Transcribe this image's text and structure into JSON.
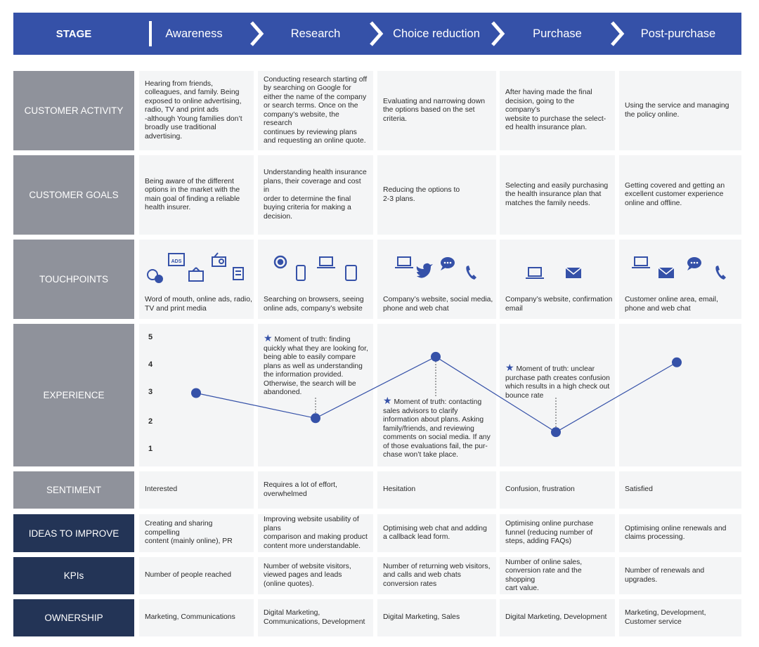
{
  "header": {
    "stage_label": "STAGE",
    "stages": [
      "Awareness",
      "Research",
      "Choice reduction",
      "Purchase",
      "Post-purchase"
    ]
  },
  "rows": {
    "activity": {
      "label": "CUSTOMER ACTIVITY",
      "cells": [
        "Hearing from friends,\ncolleagues, and family. Being\nexposed to online advertising,\nradio, TV and print ads\n-although Young families don’t\nbroadly use traditional\nadvertising.",
        "Conducting research starting off\nby searching on Google for\neither the name of the company\nor search terms. Once on the\ncompany’s website, the research\ncontinues by reviewing plans\nand requesting an online quote.",
        "Evaluating and narrowing down\nthe options based on the set\ncriteria.",
        "After having made the final\ndecision, going to the company’s\nwebsite to purchase the select-\ned health insurance plan.",
        "Using the service and managing\nthe policy online."
      ]
    },
    "goals": {
      "label": "CUSTOMER GOALS",
      "cells": [
        "Being aware of the different\noptions in the market with the\nmain goal of finding a reliable\nhealth insurer.",
        "Understanding health insurance\nplans, their coverage and cost in\norder to determine the final\nbuying criteria for making a\ndecision.",
        "Reducing the options to\n2-3 plans.",
        "Selecting and easily purchasing\nthe health insurance plan that\nmatches the family needs.",
        "Getting covered and getting an\nexcellent customer experience\nonline and offline."
      ]
    },
    "touchpoints": {
      "label": "TOUCHPOINTS",
      "cells": [
        "Word of mouth, online ads, radio,\nTV and print media",
        "Searching on browsers, seeing\nonline ads, company’s website",
        "Company’s website, social media,\nphone and web chat",
        "Company’s website, confirmation\nemail",
        "Customer online area, email,\nphone and web chat"
      ],
      "icons": [
        [
          "chat-bubbles-icon",
          "ads-icon",
          "tv-icon",
          "radio-icon",
          "newspaper-icon"
        ],
        [
          "chrome-icon",
          "mobile-icon",
          "laptop-icon",
          "tablet-icon"
        ],
        [
          "laptop-icon",
          "twitter-icon",
          "chat-icon",
          "phone-icon"
        ],
        [
          "laptop-icon",
          "email-icon"
        ],
        [
          "laptop-icon",
          "email-icon",
          "chat-icon",
          "phone-icon"
        ]
      ],
      "ads_text": "ADS"
    },
    "experience": {
      "label": "EXPERIENCE",
      "scale": [
        "5",
        "4",
        "3",
        "2",
        "1"
      ],
      "notes": [
        "Moment of truth: finding\nquickly what they are looking for,\nbeing able to easily compare\nplans as well as understanding\nthe information provided.\nOtherwise, the search will be\nabandoned.",
        "Moment of truth: contacting\nsales advisors to clarify\ninformation about plans. Asking\nfamily/friends, and reviewing\ncomments on social media. If any\nof those evaluations fail, the pur-\nchase won’t take place.",
        "Moment of truth: unclear\npurchase path creates confusion\nwhich results in a high check out\nbounce rate"
      ]
    },
    "sentiment": {
      "label": "SENTIMENT",
      "cells": [
        "Interested",
        "Requires a lot of effort,\noverwhelmed",
        "Hesitation",
        "Confusion, frustration",
        "Satisfied"
      ]
    },
    "ideas": {
      "label": "IDEAS TO IMPROVE",
      "cells": [
        "Creating and sharing compelling\ncontent (mainly online), PR",
        "Improving website usability of plans\ncomparison and making product\ncontent more understandable.",
        "Optimising web chat and adding\na callback lead form.",
        "Optimising online purchase\nfunnel (reducing number of\nsteps, adding FAQs)",
        "Optimising online renewals and\nclaims processing."
      ]
    },
    "kpis": {
      "label": "KPIs",
      "cells": [
        "Number of people reached",
        "Number of website visitors,\nviewed pages and leads\n(online quotes).",
        "Number of returning web visitors,\nand calls and web chats\nconversion rates",
        "Number of online sales,\nconversion rate and the shopping\ncart value.",
        "Number of renewals and\nupgrades."
      ]
    },
    "ownership": {
      "label": "OWNERSHIP",
      "cells": [
        "Marketing, Communications",
        "Digital Marketing,\nCommunications, Development",
        "Digital Marketing, Sales",
        "Digital Marketing, Development",
        "Marketing, Development,\nCustomer service"
      ]
    }
  },
  "chart_data": {
    "type": "line",
    "categories": [
      "Awareness",
      "Research",
      "Choice reduction",
      "Purchase",
      "Post-purchase"
    ],
    "values": [
      3,
      2.1,
      4.3,
      1.6,
      4.1
    ],
    "ylim": [
      1,
      5
    ]
  },
  "colors": {
    "header": "#3551a8",
    "label_grey": "#8f929b",
    "label_dark": "#233456",
    "cell": "#f4f5f6",
    "line": "#3551a8"
  }
}
